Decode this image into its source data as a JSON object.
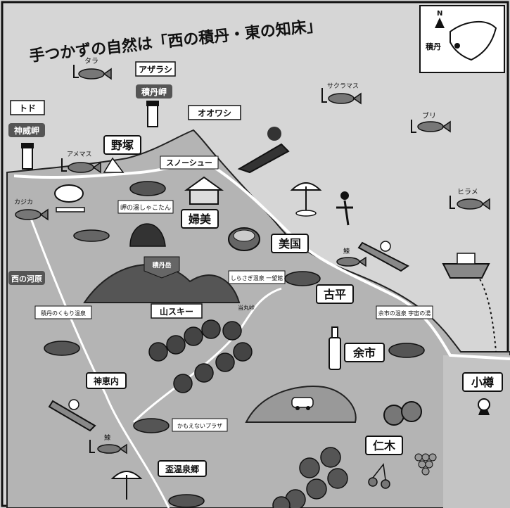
{
  "title": "手つかずの自然は「西の積丹・東の知床」",
  "inset": {
    "north": "N",
    "place": "積丹"
  },
  "towns": {
    "nozuka": "野塚",
    "bikuni": "婦美",
    "bikuni2": "美国",
    "furubira": "古平",
    "yoichi": "余市",
    "otaru": "小樽",
    "niki": "仁木",
    "kamoenai": "神恵内",
    "akaigawa": "盃温泉郷"
  },
  "capes": {
    "shakotan": "積丹岬",
    "kamui": "神威岬",
    "nishinokawa": "西の河原"
  },
  "animals": {
    "todo": "トド",
    "azarashi": "アザラシ",
    "oowashi": "オオワシ"
  },
  "fish": {
    "tara": "タラ",
    "sakuramasu": "サクラマス",
    "buri": "ブリ",
    "hirame": "ヒラメ",
    "amemasu": "アメマス",
    "kajika": "カジカ",
    "nishin": "鰊",
    "nishin2": "鰊"
  },
  "spots": {
    "snowshoe": "スノーシュー",
    "iwaya": "岬の湯しゃこたん",
    "yamaski": "山スキー",
    "kaigan_onsen": "しらさぎ温泉 一望館",
    "onsen_left": "積丹のくもり温泉",
    "onsen_right": "余市の温泉 宇宙の湯",
    "sea_plaza": "かもえないプラザ",
    "pass": "当丸峠",
    "mount": "積丹岳"
  }
}
